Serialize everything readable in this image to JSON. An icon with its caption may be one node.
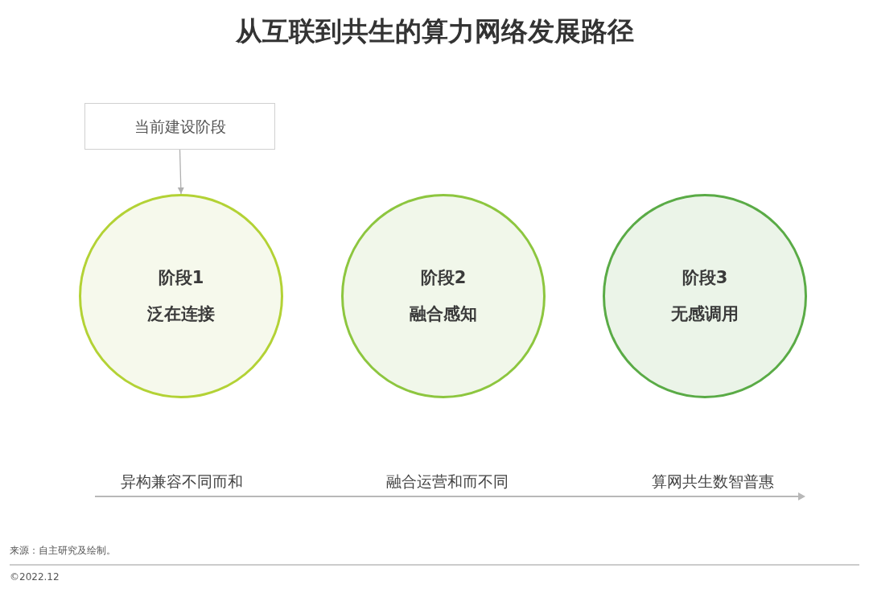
{
  "diagram": {
    "title": "从互联到共生的算力网络发展路径",
    "nodes": [
      {
        "text": [
          "当前建设阶段"
        ]
      },
      {
        "text": [
          "阶段1",
          "泛在连接"
        ]
      },
      {
        "text": [
          "阶段2",
          "融合感知"
        ]
      },
      {
        "text": [
          "阶段3",
          "无感调用"
        ]
      }
    ],
    "edges": [
      {
        "from": 0,
        "to": 1,
        "arrow": "to"
      }
    ],
    "labels": [
      "异构兼容不同而和",
      "融合运营和而不同",
      "算网共生数智普惠",
      "来源：自主研究及绘制。",
      "©2022.12"
    ]
  }
}
